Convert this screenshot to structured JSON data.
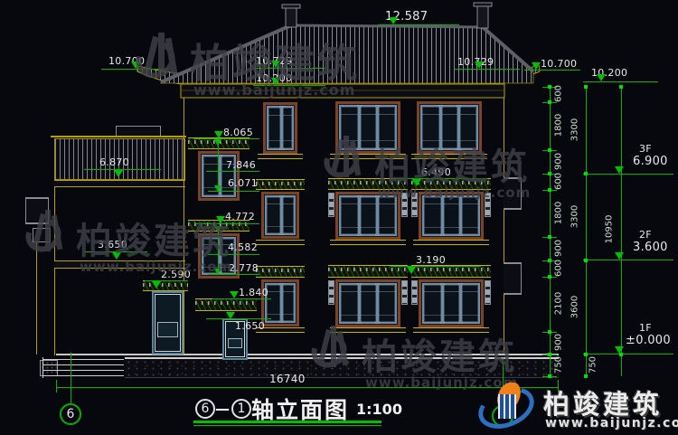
{
  "drawing": {
    "type": "architectural-elevation",
    "colors": {
      "background": "#07070e",
      "dimension_green": "#00b400",
      "wall_yellow": "#b8a000",
      "text_white": "#e8e8e8",
      "frame_brown": "#7b4226",
      "frame_blue": "#6e8ca6",
      "door_teal": "#57869c",
      "logo_blue": "#2a6fc0",
      "logo_orange": "#f08018"
    }
  },
  "annotations": {
    "ridge": "12.587",
    "eave_left": "10.700",
    "eave_left_center": "10.729",
    "soffit_left_center": "10.200",
    "eave_right_center": "10.729",
    "eave_right": "10.700",
    "soffit_right": "10.200",
    "stair_band_top": "8.065",
    "stair_win3_top": "7.846",
    "stair_win3_sill": "6.071",
    "stair_band_mid": "4.772",
    "stair_win2_top": "4.582",
    "stair_win2_sill": "2.778",
    "door_canopy_top": "1.840",
    "door_head": "1.650",
    "balcony_2f": "6.490",
    "balcony_1f": "3.190",
    "annex_eave": "6.870",
    "annex_floor": "3.650",
    "annex_door_head": "2.590",
    "total_width": "16740"
  },
  "floor_levels": [
    {
      "tag": "3F",
      "value": "6.900"
    },
    {
      "tag": "2F",
      "value": "3.600"
    },
    {
      "tag": "1F",
      "value": "±0.000"
    }
  ],
  "right_chain": {
    "inner": [
      "600",
      "1800",
      "900",
      "600",
      "1800",
      "900",
      "600",
      "2100",
      "900",
      "750"
    ],
    "mid": [
      "3300",
      "3300",
      "3600",
      "750"
    ],
    "outer": "10950"
  },
  "axis": {
    "left_bubble": "6"
  },
  "title": {
    "axis_a": "6",
    "dash": "—",
    "axis_b": "1",
    "text": "轴立面图",
    "scale": "1:100"
  },
  "watermark": {
    "brand": "柏竣建筑",
    "url": "www.baijunjz.com"
  },
  "logo": {
    "brand": "柏竣建筑",
    "url": "www.baijunjz.com"
  }
}
